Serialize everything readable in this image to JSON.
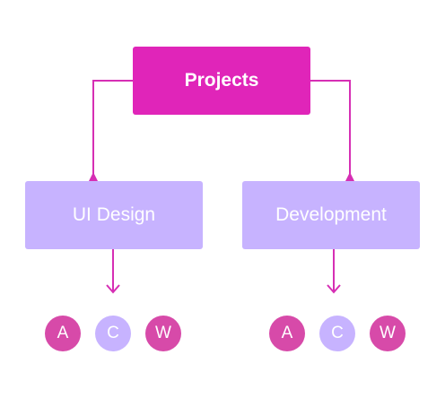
{
  "colors": {
    "root_fill": "#e025b9",
    "child_fill": "#c7b3ff",
    "connector": "#d62fb4",
    "avatar_magenta": "#d74aa9",
    "avatar_lavender": "#c7b3ff"
  },
  "root": {
    "label": "Projects"
  },
  "children": [
    {
      "label": "UI Design",
      "avatars": [
        {
          "letter": "A",
          "color": "#d74aa9"
        },
        {
          "letter": "C",
          "color": "#c7b3ff"
        },
        {
          "letter": "W",
          "color": "#d74aa9"
        }
      ]
    },
    {
      "label": "Development",
      "avatars": [
        {
          "letter": "A",
          "color": "#d74aa9"
        },
        {
          "letter": "C",
          "color": "#c7b3ff"
        },
        {
          "letter": "W",
          "color": "#d74aa9"
        }
      ]
    }
  ]
}
